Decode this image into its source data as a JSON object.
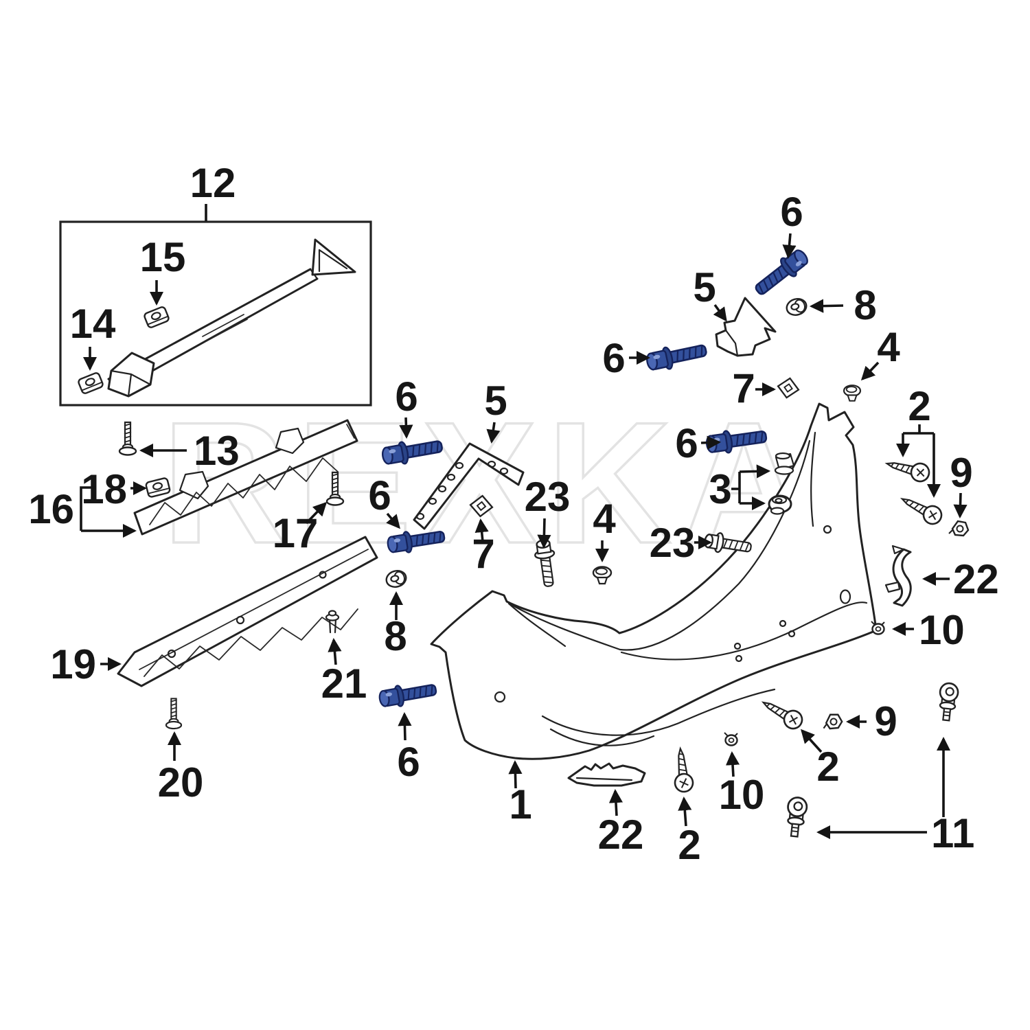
{
  "figure": {
    "watermark": "REXKA",
    "type": "exploded-parts-diagram",
    "accent_color": "#33509c",
    "line_color": "#222222"
  },
  "callouts": [
    {
      "label": "12"
    },
    {
      "label": "15"
    },
    {
      "label": "14"
    },
    {
      "label": "13"
    },
    {
      "label": "18"
    },
    {
      "label": "16"
    },
    {
      "label": "17"
    },
    {
      "label": "19"
    },
    {
      "label": "20"
    },
    {
      "label": "21"
    },
    {
      "label": "8"
    },
    {
      "label": "6"
    },
    {
      "label": "6"
    },
    {
      "label": "6"
    },
    {
      "label": "5"
    },
    {
      "label": "7"
    },
    {
      "label": "23"
    },
    {
      "label": "4"
    },
    {
      "label": "6"
    },
    {
      "label": "5"
    },
    {
      "label": "8"
    },
    {
      "label": "6"
    },
    {
      "label": "6"
    },
    {
      "label": "7"
    },
    {
      "label": "4"
    },
    {
      "label": "3"
    },
    {
      "label": "2"
    },
    {
      "label": "9"
    },
    {
      "label": "22"
    },
    {
      "label": "10"
    },
    {
      "label": "23"
    },
    {
      "label": "1"
    },
    {
      "label": "22"
    },
    {
      "label": "2"
    },
    {
      "label": "10"
    },
    {
      "label": "2"
    },
    {
      "label": "9"
    },
    {
      "label": "11"
    }
  ]
}
